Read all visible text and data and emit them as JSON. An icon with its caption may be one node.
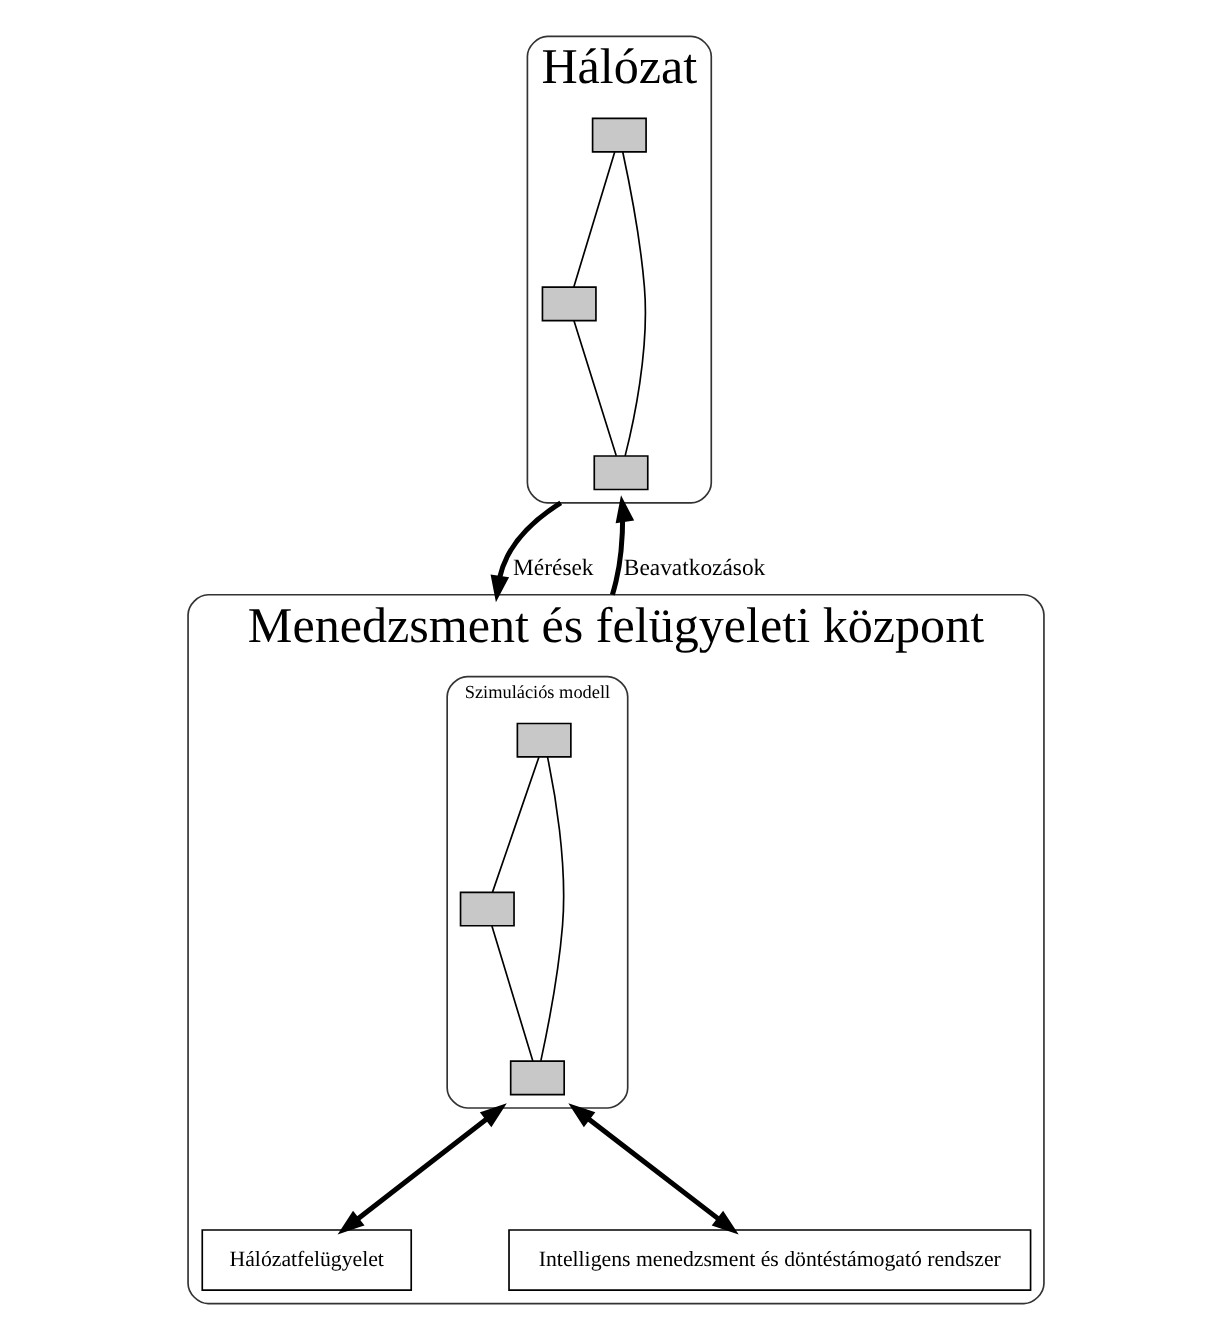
{
  "diagram": {
    "nodes": [
      {
        "text": [
          "Hálózat"
        ]
      },
      {
        "text": [],
        "shape": "box",
        "in": 0
      },
      {
        "text": [],
        "shape": "box",
        "in": 0
      },
      {
        "text": [],
        "shape": "box",
        "in": 0
      },
      {
        "text": [
          "Menedzsment és felügyeleti központ"
        ]
      },
      {
        "text": [
          "Szimulációs modell"
        ],
        "in": 4
      },
      {
        "text": [],
        "shape": "box",
        "in": 5
      },
      {
        "text": [],
        "shape": "box",
        "in": 5
      },
      {
        "text": [],
        "shape": "box",
        "in": 5
      },
      {
        "text": [
          "Hálózatfelügyelet"
        ],
        "in": 4
      },
      {
        "text": [
          "Intelligens menedzsment és döntéstámogató rendszer"
        ],
        "in": 4
      }
    ],
    "edges": [
      {
        "from": 1,
        "to": 2,
        "arrow": "none"
      },
      {
        "from": 1,
        "to": 3,
        "arrow": "none"
      },
      {
        "from": 2,
        "to": 3,
        "arrow": "none"
      },
      {
        "from": 0,
        "to": 4,
        "arrow": "to",
        "label": "Mérések",
        "style": "thick"
      },
      {
        "from": 4,
        "to": 0,
        "arrow": "to",
        "label": "Beavatkozások",
        "style": "thick"
      },
      {
        "from": 6,
        "to": 7,
        "arrow": "none"
      },
      {
        "from": 6,
        "to": 8,
        "arrow": "none"
      },
      {
        "from": 7,
        "to": 8,
        "arrow": "none"
      },
      {
        "from": 5,
        "to": 9,
        "arrow": "both",
        "style": "thick"
      },
      {
        "from": 5,
        "to": 10,
        "arrow": "both",
        "style": "thick"
      }
    ]
  }
}
